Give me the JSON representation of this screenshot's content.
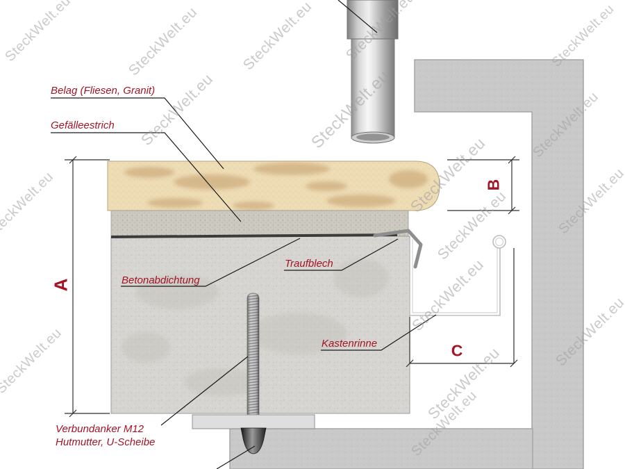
{
  "watermark": {
    "text": "SteckWelt.eu"
  },
  "labels": {
    "belag": "Belag (Fliesen, Granit)",
    "gefaelleestrich": "Gefälleestrich",
    "betonabdichtung": "Betonabdichtung",
    "traufblech": "Traufblech",
    "kastenrinne": "Kastenrinne",
    "verbundanker_line1": "Verbundanker M12",
    "verbundanker_line2": "Hutmutter, U-Scheibe"
  },
  "dimensions": {
    "a": "A",
    "b": "B",
    "c": "C"
  },
  "colors": {
    "label_red": "#a31425",
    "watermark_gray": "#a0a0a0",
    "wall_gray": "#c9c9c9",
    "concrete_gray": "#d6d5d1",
    "screed_gray": "#cbc8bf",
    "tile_beige": "#eedcb5"
  }
}
